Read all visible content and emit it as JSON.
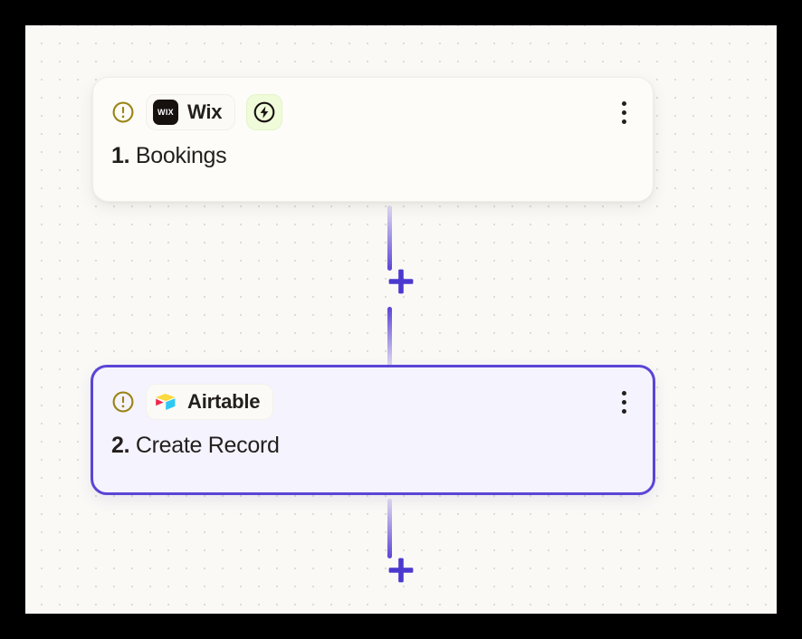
{
  "canvas": {
    "background_color": "#faf9f6",
    "dot_color": "#dedcd6"
  },
  "theme": {
    "accent": "#5a45d6",
    "warning": "#9a8415",
    "text": "#231f1d",
    "trigger_card_bg": "#fdfcf9",
    "action_card_bg": "#f5f3fe",
    "bolt_badge_bg": "#effbd9"
  },
  "nodes": [
    {
      "id": "trigger",
      "warning_icon": "warning-circle-icon",
      "app_mark": "wix-logo-icon",
      "app_mark_text": "WIX",
      "app_name": "Wix",
      "badge_icon": "lightning-bolt-icon",
      "menu_icon": "kebab-menu-icon",
      "step_number": "1.",
      "step_label": "Bookings",
      "selected": false
    },
    {
      "id": "action",
      "warning_icon": "warning-circle-icon",
      "app_mark": "airtable-logo-icon",
      "app_name": "Airtable",
      "menu_icon": "kebab-menu-icon",
      "step_number": "2.",
      "step_label": "Create Record",
      "selected": true
    }
  ],
  "connectors": [
    {
      "id": "connector-1-2",
      "add_icon": "plus-icon",
      "label": ""
    },
    {
      "id": "connector-2-next",
      "add_icon": "plus-icon",
      "label": ""
    }
  ]
}
